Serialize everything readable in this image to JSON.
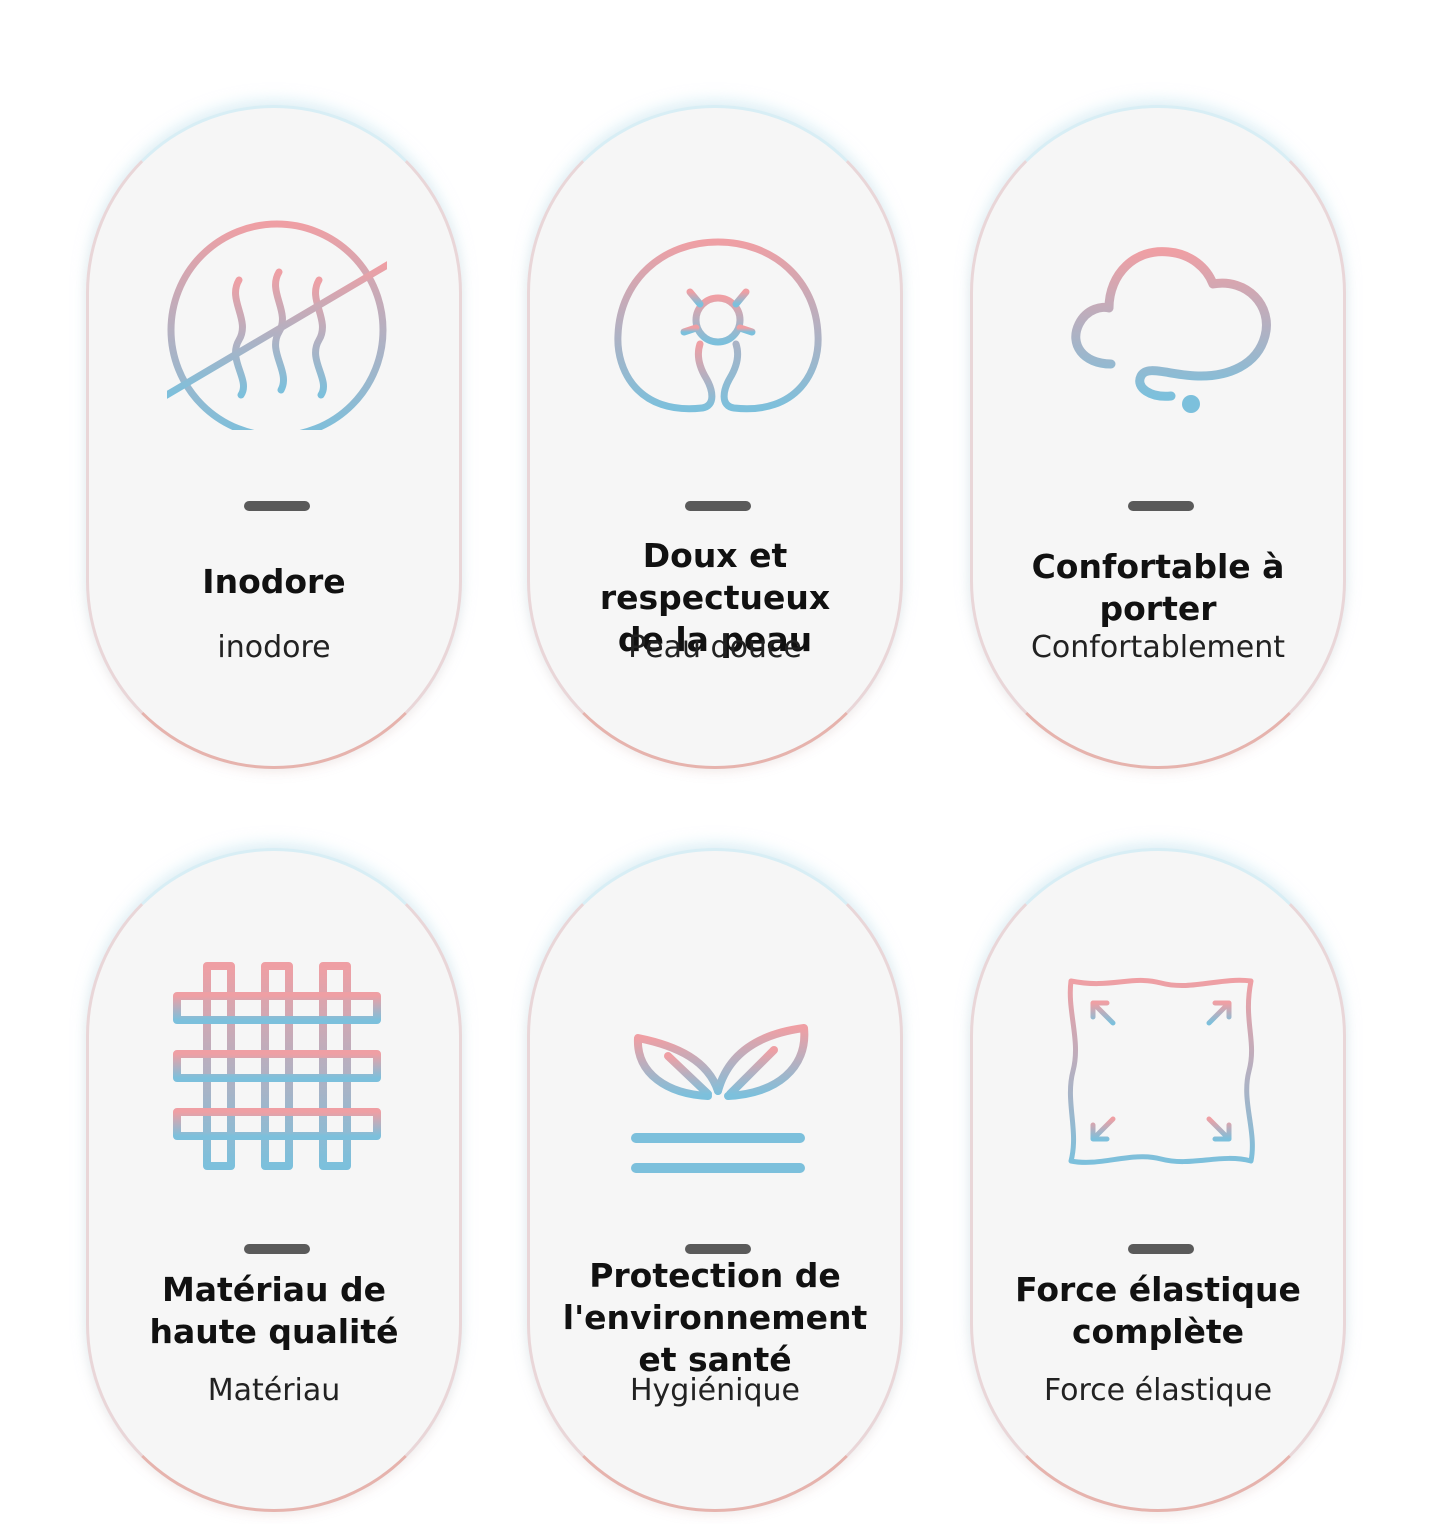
{
  "colors": {
    "gradient_top": "#ef9fa4",
    "gradient_bottom": "#7cc0dc",
    "divider": "#5a5a5a",
    "card_background": "#f6f6f6",
    "card_border_bottom": "#e6b3ad",
    "card_border_top": "#d8eef5"
  },
  "features": [
    {
      "icon": "no-odor-icon",
      "title": "Inodore",
      "subtitle": "inodore"
    },
    {
      "icon": "neck-pillow-icon",
      "title": "Doux et respectueux\nde la peau",
      "subtitle": "Peau douce"
    },
    {
      "icon": "cloud-icon",
      "title": "Confortable à porter",
      "subtitle": "Confortablement"
    },
    {
      "icon": "woven-fabric-icon",
      "title": "Matériau de\nhaute qualité",
      "subtitle": "Matériau"
    },
    {
      "icon": "leaf-sprout-icon",
      "title": "Protection de\nl'environnement\net santé",
      "subtitle": "Hygiénique"
    },
    {
      "icon": "elastic-stretch-icon",
      "title": "Force élastique\ncomplète",
      "subtitle": "Force élastique"
    }
  ]
}
